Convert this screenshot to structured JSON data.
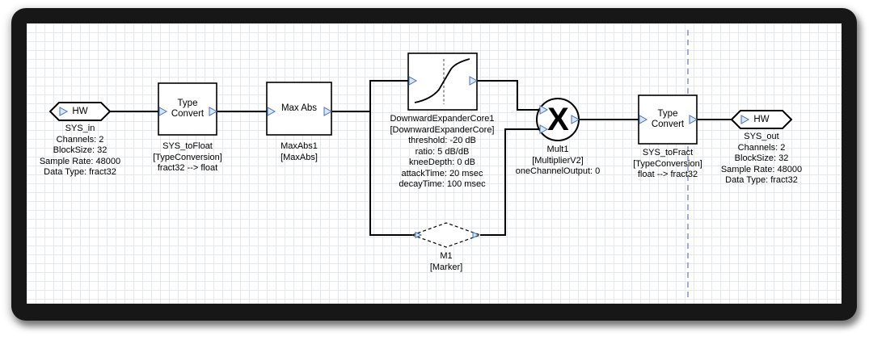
{
  "window": {
    "bg": "#ffffff",
    "frame_color": "#171717",
    "grid_color": "#e6e9ec",
    "wire_color": "#000000",
    "pin_fill": "#d9e7f8",
    "pin_stroke": "#4272b8",
    "partition_color": "#8d96c9"
  },
  "blocks": {
    "hw_in": {
      "label": "HW",
      "lines": [
        "SYS_in",
        "Channels: 2",
        "BlockSize: 32",
        "Sample Rate: 48000",
        "Data Type: fract32"
      ]
    },
    "tc1": {
      "label": "Type Convert",
      "lines": [
        "SYS_toFloat",
        "[TypeConversion]",
        "fract32 --> float"
      ]
    },
    "maxabs": {
      "label": "Max Abs",
      "lines": [
        "MaxAbs1",
        "[MaxAbs]"
      ]
    },
    "expander": {
      "lines": [
        "DownwardExpanderCore1",
        "[DownwardExpanderCore]",
        "threshold: -20 dB",
        "ratio: 5 dB/dB",
        "kneeDepth: 0 dB",
        "attackTime: 20 msec",
        "decayTime: 100 msec"
      ]
    },
    "mult": {
      "symbol": "X",
      "lines": [
        "Mult1",
        "[MultiplierV2]",
        "oneChannelOutput: 0"
      ]
    },
    "tc2": {
      "label": "Type Convert",
      "lines": [
        "SYS_toFract",
        "[TypeConversion]",
        "float --> fract32"
      ]
    },
    "hw_out": {
      "label": "HW",
      "lines": [
        "SYS_out",
        "Channels: 2",
        "BlockSize: 32",
        "Sample Rate: 48000",
        "Data Type: fract32"
      ]
    },
    "marker": {
      "lines": [
        "M1",
        "[Marker]"
      ]
    }
  }
}
